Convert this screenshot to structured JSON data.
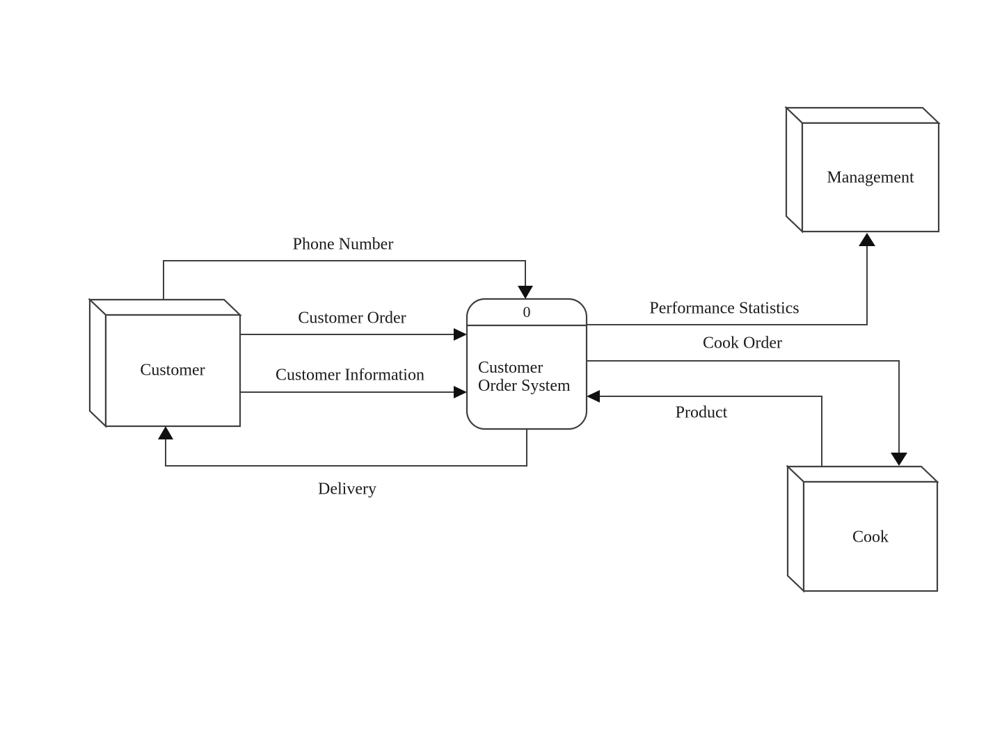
{
  "process": {
    "number": "0",
    "name_line1": "Customer",
    "name_line2": "Order System"
  },
  "entities": {
    "customer": {
      "label": "Customer"
    },
    "management": {
      "label": "Management"
    },
    "cook": {
      "label": "Cook"
    }
  },
  "flows": {
    "phone_number": {
      "label": "Phone Number"
    },
    "customer_order": {
      "label": "Customer Order"
    },
    "customer_information": {
      "label": "Customer Information"
    },
    "delivery": {
      "label": "Delivery"
    },
    "performance_statistics": {
      "label": "Performance Statistics"
    },
    "cook_order": {
      "label": "Cook Order"
    },
    "product": {
      "label": "Product"
    }
  },
  "colors": {
    "background": "#ffffff",
    "line": "#3f3f3f",
    "arrow": "#101010",
    "text": "#1b1b1b"
  }
}
